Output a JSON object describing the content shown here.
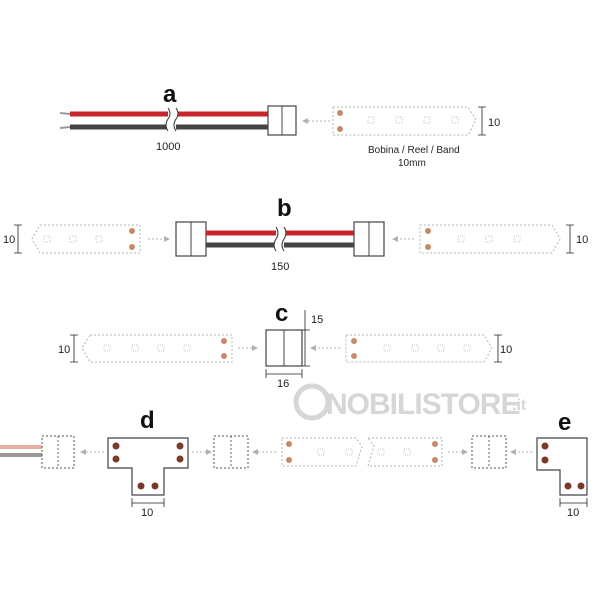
{
  "labels": {
    "a": "a",
    "b": "b",
    "c": "c",
    "d": "d",
    "e": "e"
  },
  "dimensions": {
    "a_cable_length": "1000",
    "a_strip_width": "10",
    "b_cable_length": "150",
    "b_left_strip_width": "10",
    "b_right_strip_width": "10",
    "c_left_strip_width": "10",
    "c_right_strip_width": "10",
    "c_height": "15",
    "c_width": "16",
    "d_width": "10",
    "e_width": "10"
  },
  "captions": {
    "reel_line1": "Bobina / Reel / Band",
    "reel_line2": "10mm"
  },
  "watermark": {
    "brand": "NOBILISTORE",
    "suffix": ".it"
  },
  "colors": {
    "wire_red": "#c8242b",
    "wire_black": "#444444",
    "pad_light": "#c58a6a",
    "pad_dark": "#7a3a28",
    "dashed_outline": "#b5b5b5"
  }
}
